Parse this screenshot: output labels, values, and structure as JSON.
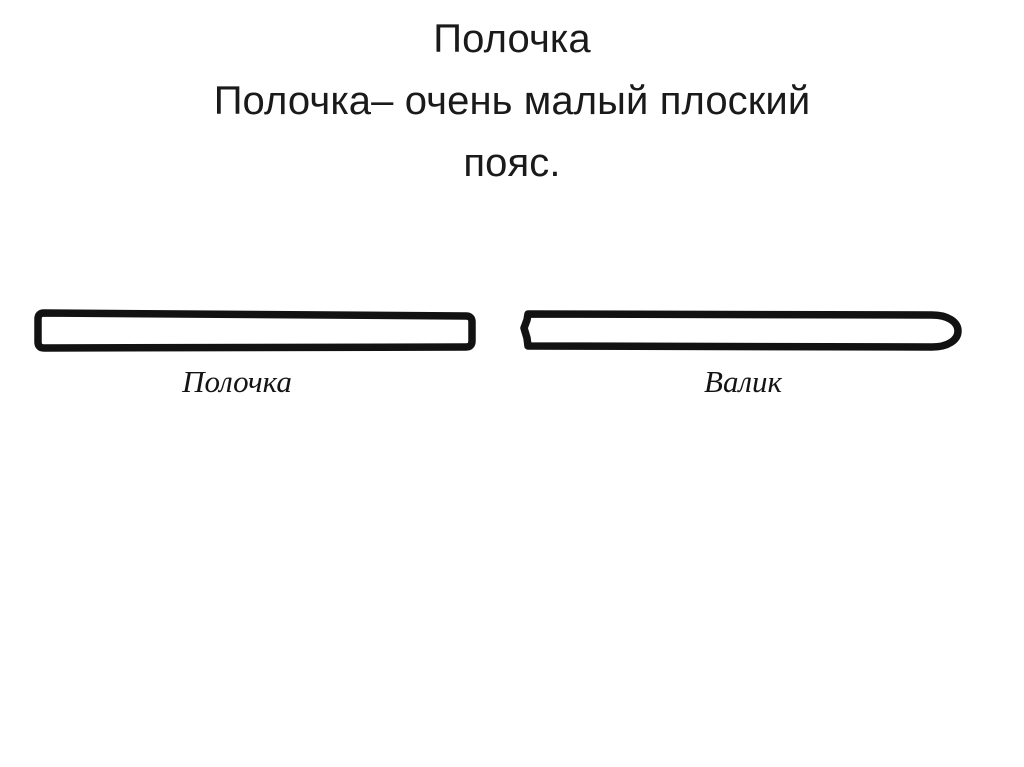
{
  "slide": {
    "background_color": "#ffffff",
    "text_color": "#1a1a1a",
    "ink_color": "#121212"
  },
  "title": {
    "line1": "Полочка",
    "line2": "Полочка– очень малый плоский",
    "line3": "пояс."
  },
  "figure": {
    "caption_left": "Полочка",
    "caption_right": "Валик",
    "shape_left_name": "flat-band-profile",
    "shape_right_name": "rounded-roll-profile",
    "stroke_color": "#121212",
    "fill_color": "#ffffff"
  }
}
